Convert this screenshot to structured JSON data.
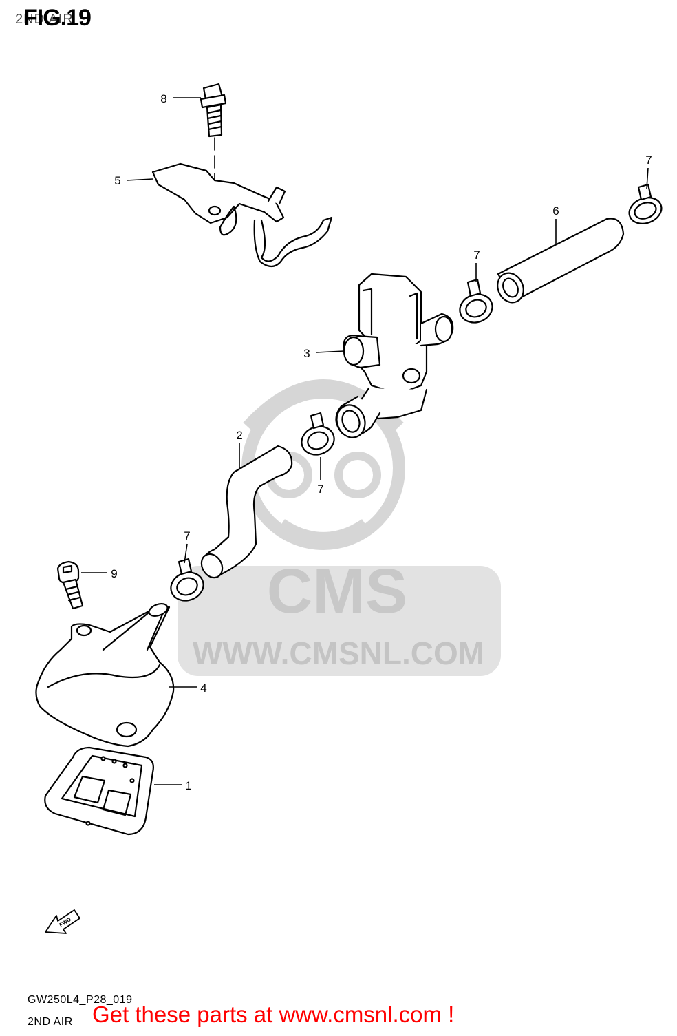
{
  "header": {
    "figure_label": "FIG.19",
    "subtitle": "2ND AIR"
  },
  "watermark": {
    "brand": "CMS",
    "url": "WWW.CMSNL.COM"
  },
  "callouts": [
    {
      "id": "c8",
      "label": "8",
      "part": "bolt"
    },
    {
      "id": "c5",
      "label": "5",
      "part": "bracket"
    },
    {
      "id": "c7a",
      "label": "7",
      "part": "clamp"
    },
    {
      "id": "c6",
      "label": "6",
      "part": "hose"
    },
    {
      "id": "c7b",
      "label": "7",
      "part": "clamp"
    },
    {
      "id": "c3",
      "label": "3",
      "part": "valve"
    },
    {
      "id": "c2",
      "label": "2",
      "part": "hose"
    },
    {
      "id": "c7c",
      "label": "7",
      "part": "clamp"
    },
    {
      "id": "c7d",
      "label": "7",
      "part": "clamp"
    },
    {
      "id": "c9",
      "label": "9",
      "part": "screw"
    },
    {
      "id": "c4",
      "label": "4",
      "part": "cover"
    },
    {
      "id": "c1",
      "label": "1",
      "part": "reed-plate"
    }
  ],
  "fwd_arrow": {
    "label": "FWD"
  },
  "footer": {
    "diagram_code": "GW250L4_P28_019",
    "section": "2ND AIR",
    "promo_text": "Get these parts at www.cmsnl.com !"
  },
  "colors": {
    "line": "#000000",
    "watermark": "#d9d9d9",
    "promo": "#ff0000"
  }
}
